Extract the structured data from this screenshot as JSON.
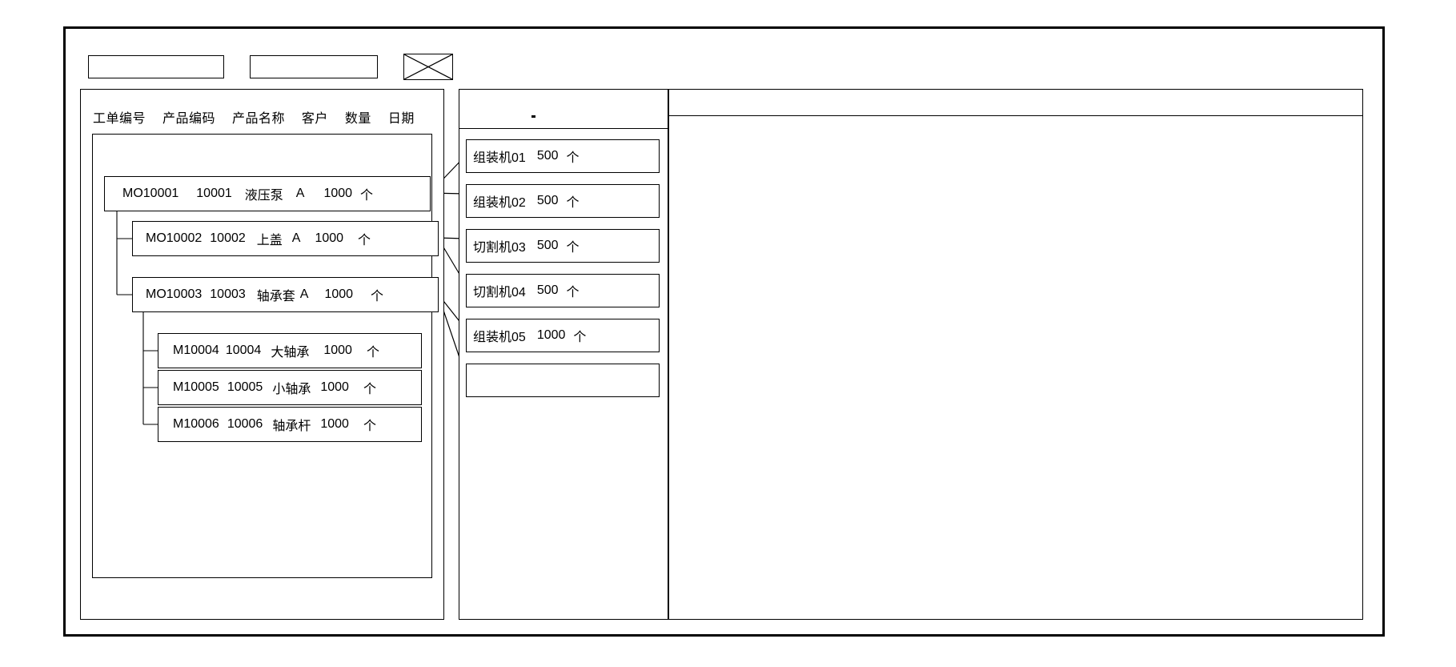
{
  "window": {
    "title": ""
  },
  "toolbar": {
    "input1_value": "",
    "input1_placeholder": "",
    "input2_value": "",
    "input2_placeholder": "",
    "image_placeholder_icon": "image-placeholder-x-icon"
  },
  "left_panel": {
    "columns": [
      "工单编号",
      "产品编码",
      "产品名称",
      "客户",
      "数量",
      "日期"
    ],
    "rows": [
      {
        "id": "row-1",
        "level": 0,
        "order_no": "MO10001",
        "product_code": "10001",
        "product_name": "液压泵",
        "customer": "A",
        "qty": "1000",
        "unit": "个"
      },
      {
        "id": "row-2",
        "level": 1,
        "order_no": "MO10002",
        "product_code": "10002",
        "product_name": "上盖",
        "customer": "A",
        "qty": "1000",
        "unit": "个"
      },
      {
        "id": "row-3",
        "level": 1,
        "order_no": "MO10003",
        "product_code": "10003",
        "product_name": "轴承套",
        "customer": "A",
        "qty": "1000",
        "unit": "个"
      },
      {
        "id": "row-4",
        "level": 2,
        "order_no": "M10004",
        "product_code": "10004",
        "product_name": "大轴承",
        "customer": "",
        "qty": "1000",
        "unit": "个"
      },
      {
        "id": "row-5",
        "level": 2,
        "order_no": "M10005",
        "product_code": "10005",
        "product_name": "小轴承",
        "customer": "",
        "qty": "1000",
        "unit": "个"
      },
      {
        "id": "row-6",
        "level": 2,
        "order_no": "M10006",
        "product_code": "10006",
        "product_name": "轴承杆",
        "customer": "",
        "qty": "1000",
        "unit": "个"
      }
    ]
  },
  "middle_panel": {
    "machines": [
      {
        "id": "mach-1",
        "name": "组装机01",
        "qty": "500",
        "unit": "个"
      },
      {
        "id": "mach-2",
        "name": "组装机02",
        "qty": "500",
        "unit": "个"
      },
      {
        "id": "mach-3",
        "name": "切割机03",
        "qty": "500",
        "unit": "个"
      },
      {
        "id": "mach-4",
        "name": "切割机04",
        "qty": "500",
        "unit": "个"
      },
      {
        "id": "mach-5",
        "name": "组装机05",
        "qty": "1000",
        "unit": "个"
      },
      {
        "id": "mach-6",
        "name": "",
        "qty": "",
        "unit": ""
      }
    ]
  },
  "right_panel": {
    "header_text": "",
    "body_text": ""
  },
  "colors": {
    "border": "#000000",
    "background": "#ffffff",
    "text": "#000000"
  }
}
